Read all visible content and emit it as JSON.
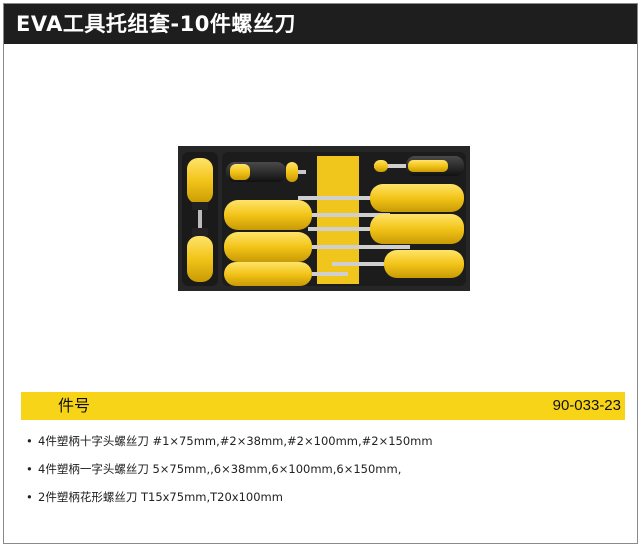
{
  "header": {
    "title": "EVA工具托组套-10件螺丝刀"
  },
  "part": {
    "label": "件号",
    "number": "90-033-23"
  },
  "specs": [
    "4件塑柄十字头螺丝刀 #1×75mm,#2×38mm,#2×100mm,#2×150mm",
    "4件塑柄一字头螺丝刀 5×75mm,,6×38mm,6×100mm,6×150mm,",
    "2件塑柄花形螺丝刀 T15x75mm,T20x100mm"
  ],
  "colors": {
    "header_bg": "#1e1e1e",
    "accent_yellow": "#f7d417",
    "tray_bg": "#262626",
    "handle_yellow": "#f2c418"
  },
  "icons": {
    "bullet": "bullet-dot"
  }
}
